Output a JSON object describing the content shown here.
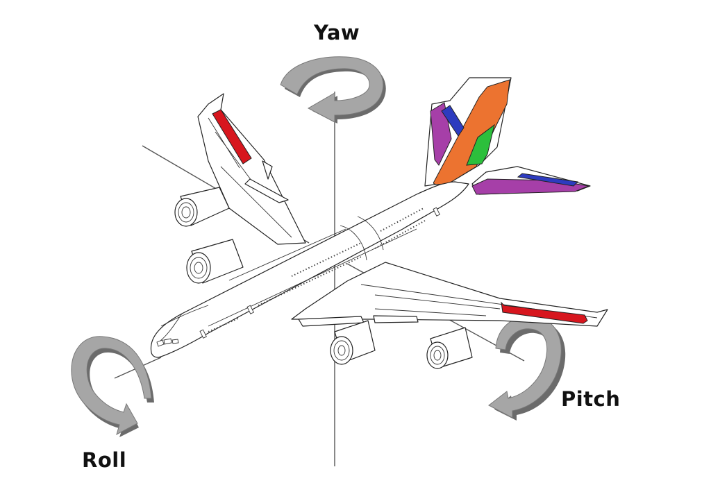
{
  "axes": {
    "yaw": "Yaw",
    "pitch": "Pitch",
    "roll": "Roll"
  },
  "colors": {
    "aileron": "#d7161e",
    "rudder": "#ec7330",
    "elevator_trim": "#a63fa8",
    "elevator": "#2d3bbf",
    "rudder_lower": "#2cbf3c",
    "rotation_arrow_face": "#a6a6a6",
    "rotation_arrow_side": "#6b6b6b",
    "axis_line": "#555555"
  },
  "icons": {
    "yaw": "rotation-arrow-icon",
    "pitch": "rotation-arrow-icon",
    "roll": "rotation-arrow-icon"
  }
}
